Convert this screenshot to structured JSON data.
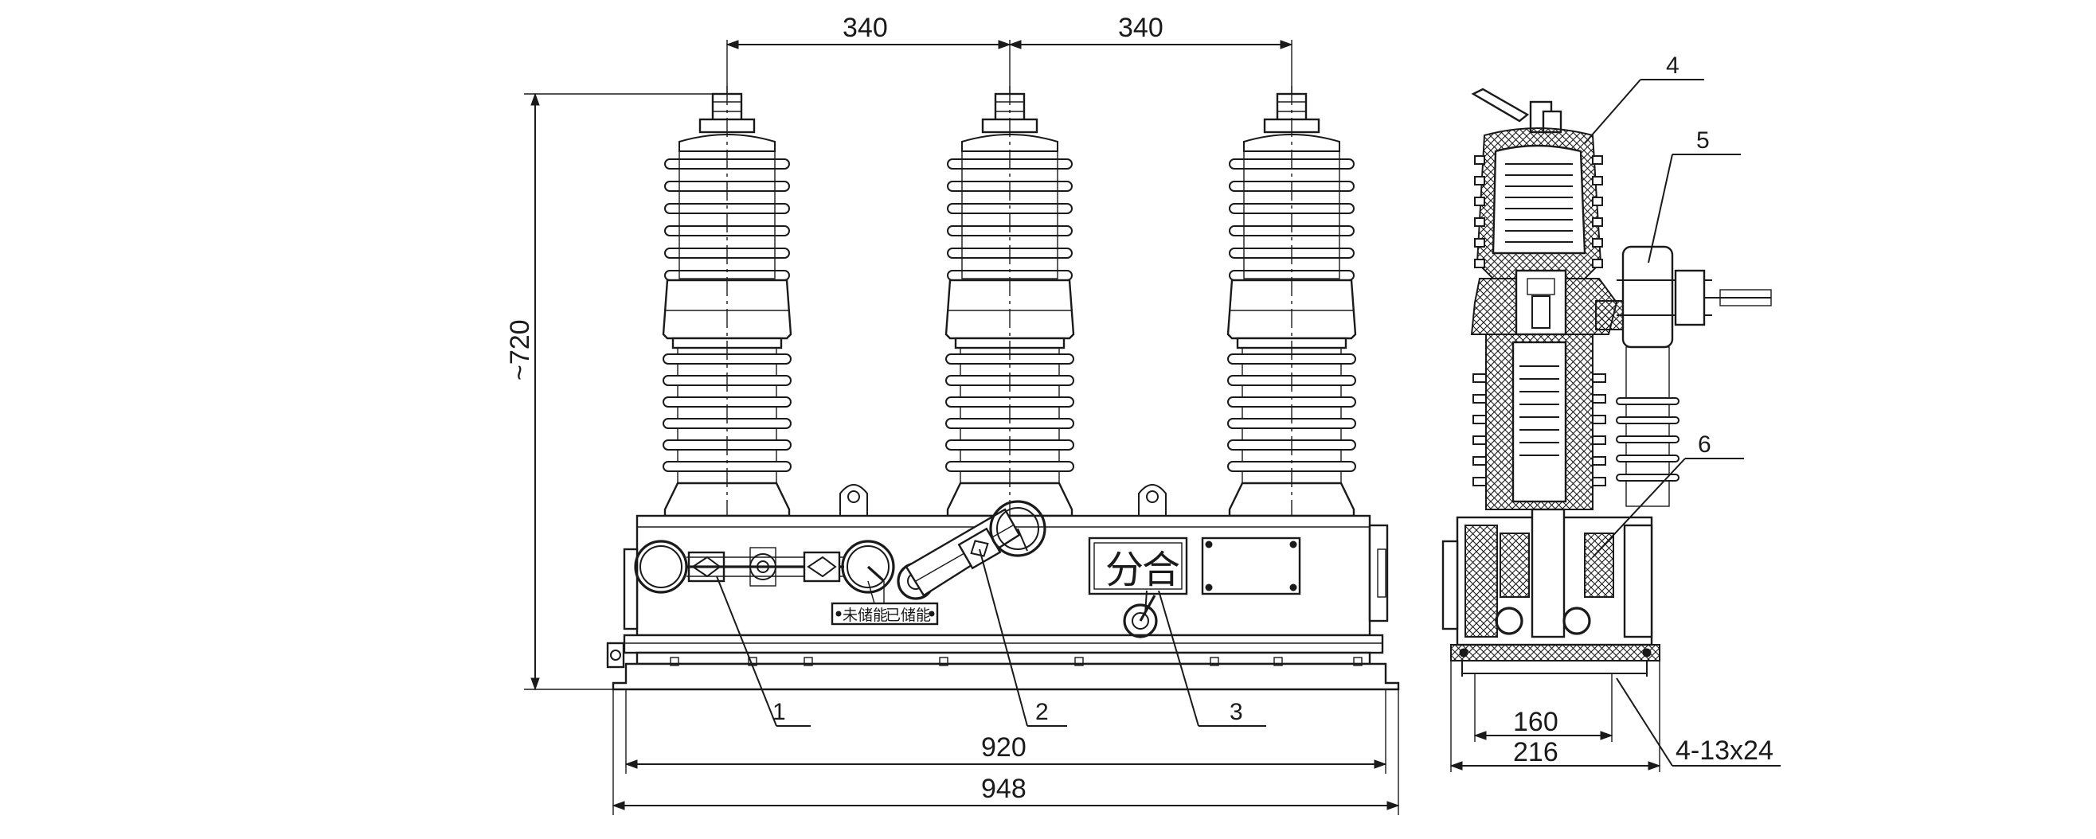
{
  "dimensions": {
    "top_left": "340",
    "top_right": "340",
    "height": "~720",
    "inner_width": "920",
    "outer_width": "948",
    "side_inner": "160",
    "side_outer": "216",
    "mount_holes": "4-13x24"
  },
  "callouts": [
    "1",
    "2",
    "3",
    "4",
    "5",
    "6"
  ],
  "panel": {
    "open": "分",
    "close": "合",
    "plate_left": "未储能",
    "plate_right": "已储能"
  }
}
